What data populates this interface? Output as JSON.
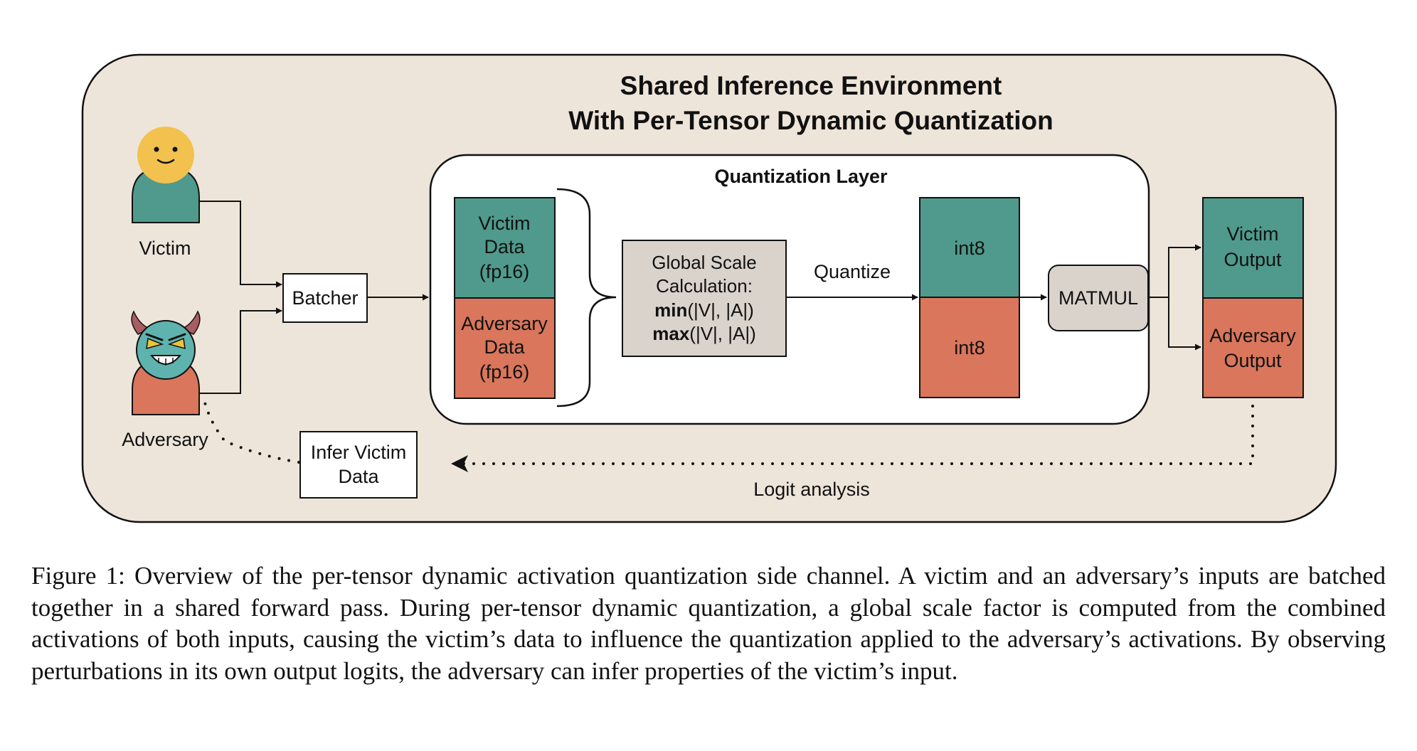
{
  "env": {
    "title_line1": "Shared Inference Environment",
    "title_line2": "With Per-Tensor Dynamic Quantization"
  },
  "actors": {
    "victim_label": "Victim",
    "adversary_label": "Adversary"
  },
  "batcher_label": "Batcher",
  "infer": {
    "line1": "Infer Victim",
    "line2": "Data"
  },
  "quant_layer": {
    "title": "Quantization Layer",
    "victim_data": [
      "Victim",
      "Data",
      "(fp16)"
    ],
    "adversary_data": [
      "Adversary",
      "Data",
      "(fp16)"
    ],
    "scale": {
      "line1": "Global Scale",
      "line2": "Calculation:",
      "min_fn": "min",
      "min_args": "(|V|, |A|)",
      "max_fn": "max",
      "max_args": "(|V|, |A|)"
    },
    "quantize_label": "Quantize",
    "int8_top": "int8",
    "int8_bottom": "int8"
  },
  "matmul_label": "MATMUL",
  "outputs": {
    "victim": [
      "Victim",
      "Output"
    ],
    "adversary": [
      "Adversary",
      "Output"
    ]
  },
  "logit_label": "Logit analysis",
  "colors": {
    "env_bg": "#eee5da",
    "victim_teal": "#4f9a8c",
    "adversary_orange": "#d9765b",
    "scale_box": "#d9d3cc",
    "victim_face": "#f2c14e",
    "adversary_face": "#5fb3ae"
  },
  "caption": "Figure 1: Overview of the per-tensor dynamic activation quantization side channel. A victim and an adversary’s inputs are batched together in a shared forward pass. During per-tensor dynamic quantization, a global scale factor is computed from the combined activations of both inputs, causing the victim’s data to influence the quantization applied to the adversary’s activations. By observing perturbations in its own output logits, the adversary can infer properties of the victim’s input."
}
